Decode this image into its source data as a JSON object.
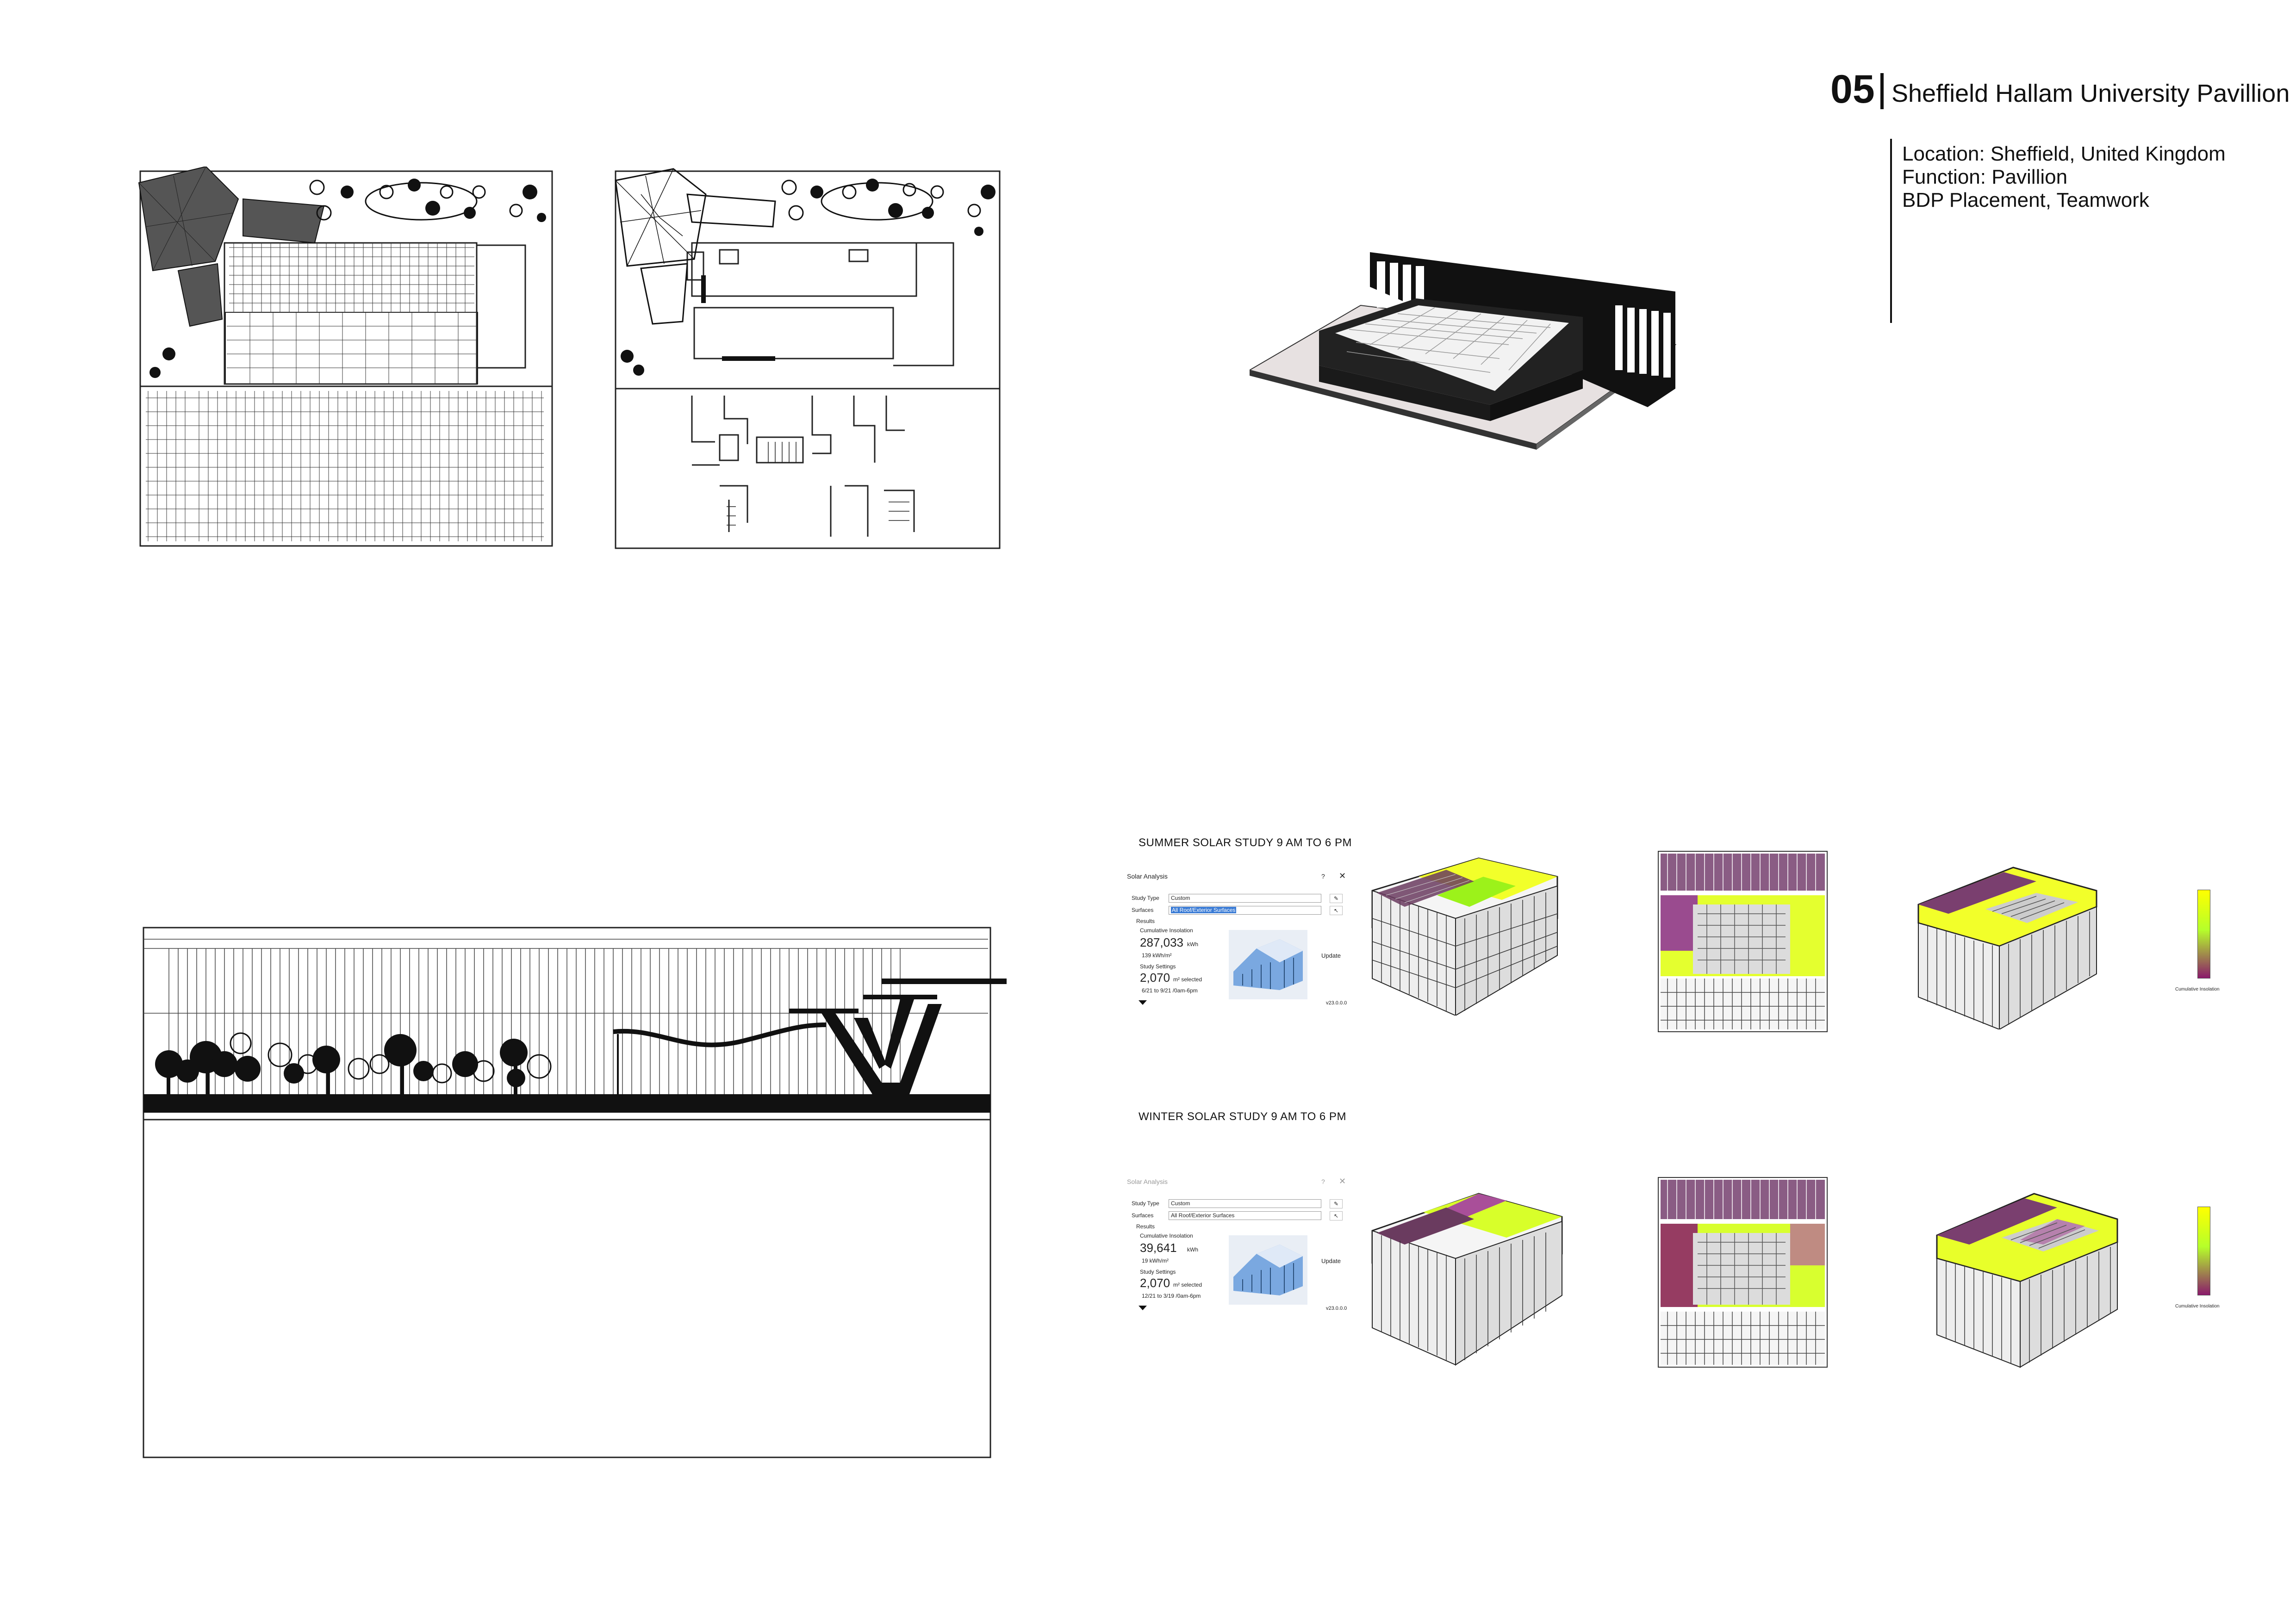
{
  "header": {
    "number": "05",
    "title": "Sheffield Hallam University Pavillion",
    "location": "Location: Sheffield, United Kingdom",
    "function": "Function: Pavillion",
    "placement": "BDP Placement, Teamwork"
  },
  "solar_studies": {
    "summer": {
      "heading": "SUMMER SOLAR STUDY 9 AM TO 6 PM",
      "dialog": {
        "title": "Solar Analysis",
        "help": "?",
        "close": "✕",
        "study_type_label": "Study Type",
        "study_type_value": "Custom",
        "surfaces_label": "Surfaces",
        "surfaces_value": "All Roof/Exterior Surfaces",
        "results_label": "Results",
        "cumulative_label": "Cumulative Insolation",
        "insolation_value": "287,033",
        "insolation_unit": "kWh",
        "per_area_value": "139 kWh/m²",
        "settings_label": "Study Settings",
        "area_value": "2,070",
        "area_unit": "m² selected",
        "date_range": "6/21 to 9/21 /0am-6pm",
        "update": "Update",
        "version": "v23.0.0.0"
      }
    },
    "winter": {
      "heading": "WINTER SOLAR STUDY 9 AM TO 6 PM",
      "dialog": {
        "title": "Solar Analysis",
        "help": "?",
        "close": "✕",
        "study_type_label": "Study Type",
        "study_type_value": "Custom",
        "surfaces_label": "Surfaces",
        "surfaces_value": "All Roof/Exterior Surfaces",
        "results_label": "Results",
        "cumulative_label": "Cumulative Insolation",
        "insolation_value": "39,641",
        "insolation_unit": "kWh",
        "per_area_value": "19 kWh/m²",
        "settings_label": "Study Settings",
        "area_value": "2,070",
        "area_unit": "m² selected",
        "date_range": "12/21 to 3/19 /0am-6pm",
        "update": "Update",
        "version": "v23.0.0.0"
      }
    },
    "legend": {
      "caption": "Cumulative Insolation",
      "color_high": "#ffff00",
      "color_mid": "#b6ff2a",
      "color_low": "#8b1a6b"
    }
  },
  "colors": {
    "ink": "#111111",
    "heat_yellow": "#f2ff2a",
    "heat_green": "#9cf21a",
    "heat_magenta": "#8b1a6b"
  }
}
